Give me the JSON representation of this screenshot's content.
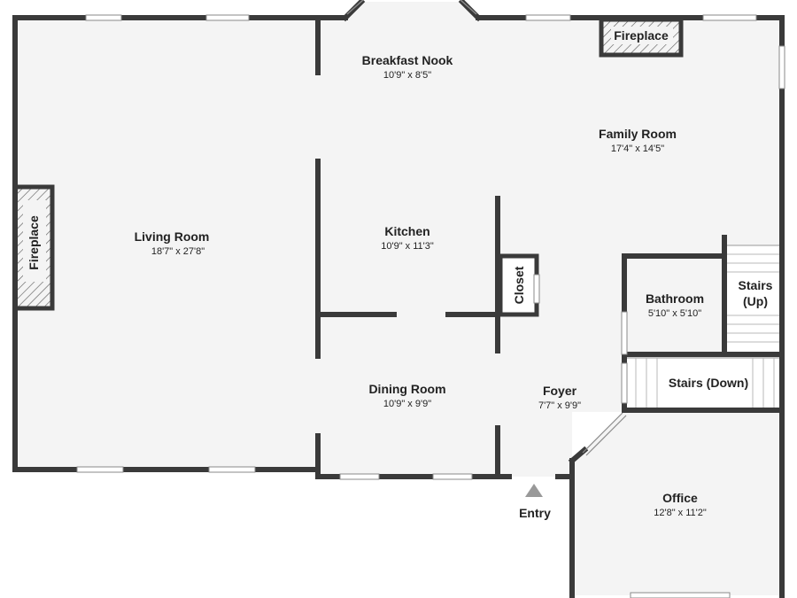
{
  "colors": {
    "wall": "#3a3a3a",
    "floor": "#f4f4f4",
    "window": "#ffffff",
    "text": "#222222",
    "hatch": "#555555",
    "stairs": "#e6e6e6"
  },
  "rooms": {
    "living_room": {
      "name": "Living Room",
      "dims": "18'7\" x 27'8\""
    },
    "breakfast_nook": {
      "name": "Breakfast Nook",
      "dims": "10'9\" x 8'5\""
    },
    "family_room": {
      "name": "Family Room",
      "dims": "17'4\" x 14'5\""
    },
    "kitchen": {
      "name": "Kitchen",
      "dims": "10'9\" x 11'3\""
    },
    "dining_room": {
      "name": "Dining Room",
      "dims": "10'9\" x 9'9\""
    },
    "foyer": {
      "name": "Foyer",
      "dims": "7'7\" x 9'9\""
    },
    "bathroom": {
      "name": "Bathroom",
      "dims": "5'10\" x 5'10\""
    },
    "office": {
      "name": "Office",
      "dims": "12'8\" x 11'2\""
    }
  },
  "features": {
    "fireplace_living": "Fireplace",
    "fireplace_family": "Fireplace",
    "closet": "Closet",
    "stairs_up_line1": "Stairs",
    "stairs_up_line2": "(Up)",
    "stairs_down": "Stairs (Down)",
    "entry": "Entry"
  }
}
